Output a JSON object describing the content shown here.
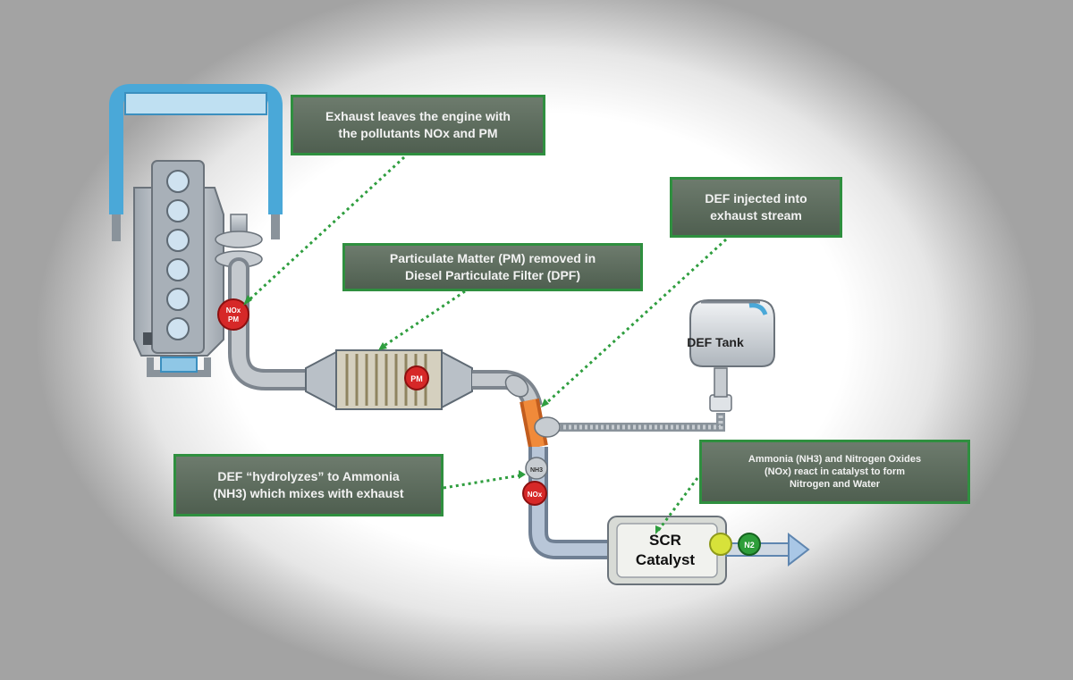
{
  "callouts": {
    "exhaust": {
      "line1": "Exhaust leaves the engine with",
      "line2": "the pollutants NOx and PM"
    },
    "def_injected": {
      "line1": "DEF injected into",
      "line2": "exhaust stream"
    },
    "pm_removed": {
      "line1": "Particulate Matter (PM) removed in",
      "line2": "Diesel Particulate Filter (DPF)"
    },
    "hydrolyzes": {
      "line1": "DEF “hydrolyzes” to Ammonia",
      "line2": "(NH3) which mixes with exhaust"
    },
    "react": {
      "line1": "Ammonia (NH3) and Nitrogen Oxides",
      "line2": "(NOx) react in catalyst to form",
      "line3": "Nitrogen and Water"
    }
  },
  "labels": {
    "def_tank": "DEF Tank",
    "scr_line1": "SCR",
    "scr_line2": "Catalyst",
    "engine_badge_line1": "NOx",
    "engine_badge_line2": "PM",
    "dpf_badge": "PM",
    "nh3_badge": "NH3",
    "nox_badge": "NOx",
    "n2_badge": "N2"
  },
  "colors": {
    "callout_border": "#2f8f3f",
    "callout_fill": "#5b6b5b",
    "pipe": "#9aa3ad",
    "def_pipe": "#e07a2e",
    "coolant": "#4aa8d8",
    "pollutant_badge": "#d62828",
    "n2_badge": "#2e9e3a",
    "water_badge": "#d7e23a",
    "pointer": "#2f9e3f"
  }
}
